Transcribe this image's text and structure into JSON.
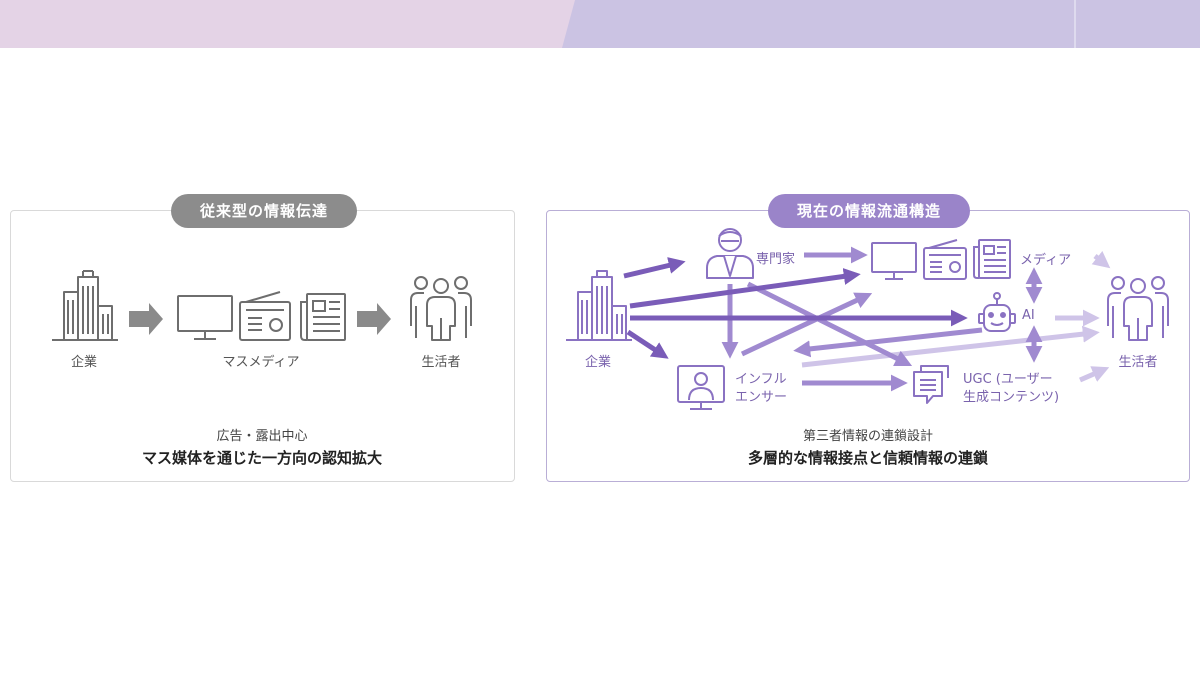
{
  "colors": {
    "header_left": "#e4d3e6",
    "header_right": "#cbc3e3",
    "grey_icon": "#6e6e6e",
    "grey_arrow": "#8a8a8a",
    "purple_icon": "#8a72c2",
    "purple_dark": "#7a5cb8",
    "purple_light": "#c6b8e3"
  },
  "left_panel": {
    "title": "従来型の情報伝達",
    "nodes": {
      "company": "企業",
      "mass_media": "マスメディア",
      "consumer": "生活者"
    },
    "caption_sub": "広告・露出中心",
    "caption_main": "マス媒体を通じた一方向の認知拡大"
  },
  "right_panel": {
    "title": "現在の情報流通構造",
    "nodes": {
      "company": "企業",
      "expert": "専門家",
      "influencer_line1": "インフル",
      "influencer_line2": "エンサー",
      "media": "メディア",
      "ai": "AI",
      "ugc_line1": "UGC (ユーザー",
      "ugc_line2": "生成コンテンツ)",
      "consumer": "生活者"
    },
    "caption_sub": "第三者情報の連鎖設計",
    "caption_main": "多層的な情報接点と信頼情報の連鎖"
  }
}
